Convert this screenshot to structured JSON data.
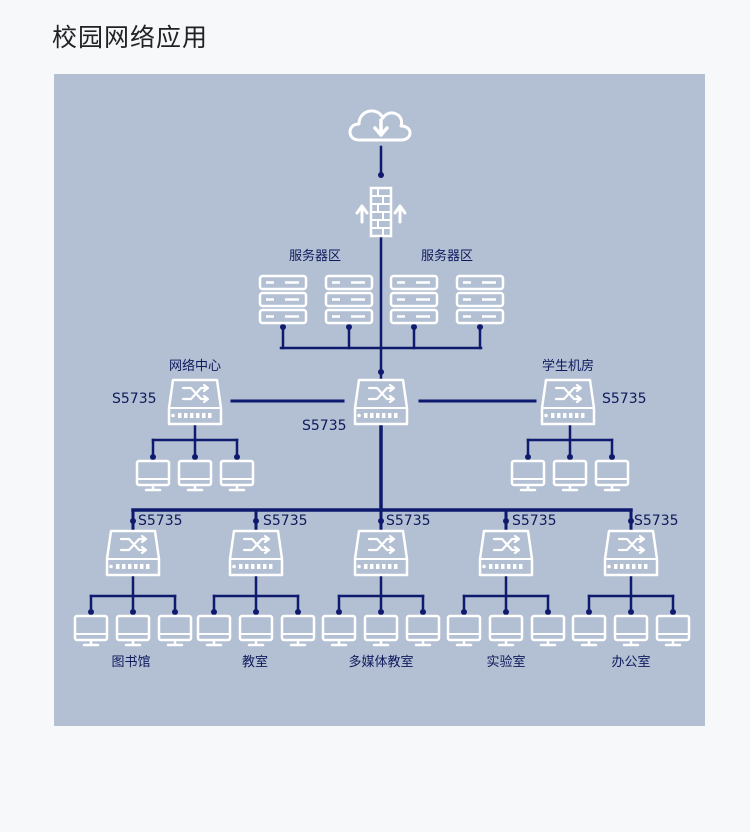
{
  "title": "校园网络应用",
  "diagram": {
    "server_zone_labels": [
      "服务器区",
      "服务器区"
    ],
    "core_switch": {
      "model": "S5735"
    },
    "network_center": {
      "label": "网络中心",
      "model": "S5735"
    },
    "student_lab": {
      "label": "学生机房",
      "model": "S5735"
    },
    "branches": [
      {
        "label": "图书馆",
        "model": "S5735"
      },
      {
        "label": "教室",
        "model": "S5735"
      },
      {
        "label": "多媒体教室",
        "model": "S5735"
      },
      {
        "label": "实验室",
        "model": "S5735"
      },
      {
        "label": "办公室",
        "model": "S5735"
      }
    ],
    "colors": {
      "line": "#0e1a6e",
      "panel": "#b3bfd2",
      "icon": "#ffffff",
      "text": "#0e1a5c"
    }
  }
}
